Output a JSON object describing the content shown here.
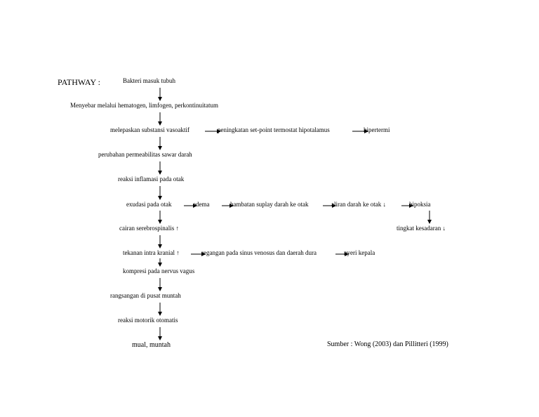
{
  "title": "PATHWAY :",
  "nodes": {
    "n1": "Bakteri masuk tubuh",
    "n2": "Menyebar melalui hematogen, limfogen, perkontinuitatum",
    "n3": "melepaskan substansi vasoaktif",
    "n3b": "peningkatan set-point termostat hipotalamus",
    "n3c": "hipertermi",
    "n4": "perubahan permeabilitas sawar darah",
    "n5": "reaksi inflamasi pada otak",
    "n6": "exudasi pada otak",
    "n6b": "edema",
    "n6c": "hambatan suplay darah ke otak",
    "n6d": "aliran darah ke otak ↓",
    "n6e": "hipoksia",
    "n7": "cairan serebrospinalis ↑",
    "n7b": "tingkat kesadaran ↓",
    "n8": "tekanan intra kranial ↑",
    "n8b": "regangan pada  sinus venosus dan daerah dura",
    "n8c": "nyeri kepala",
    "n9": "kompresi pada nervus vagus",
    "n10": "rangsangan di pusat  muntah",
    "n11": "reaksi motorik otomatis",
    "n12": "mual, muntah"
  },
  "source": "Sumber : Wong (2003) dan Pillitteri (1999)"
}
